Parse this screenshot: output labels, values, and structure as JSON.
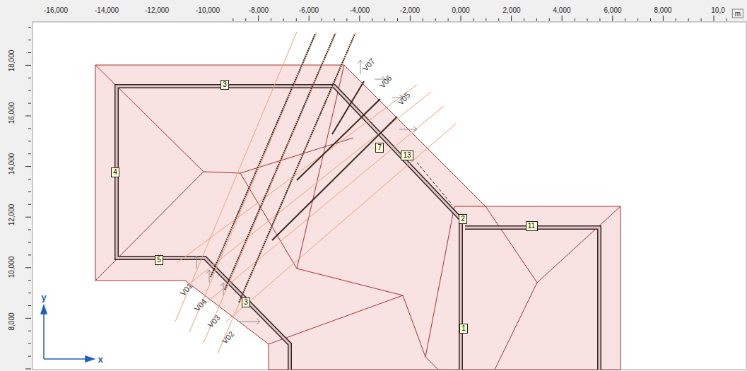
{
  "diagram": {
    "nodes": [
      {
        "text": [
          "3"
        ]
      },
      {
        "text": [
          "7"
        ]
      },
      {
        "text": [
          "13"
        ]
      },
      {
        "text": [
          "4"
        ]
      },
      {
        "text": [
          "2"
        ]
      },
      {
        "text": [
          "11"
        ]
      },
      {
        "text": [
          "5"
        ]
      },
      {
        "text": [
          "3"
        ]
      },
      {
        "text": [
          "1"
        ]
      }
    ],
    "edges": [],
    "labels": [
      "-16,000",
      "-14,000",
      "-12,000",
      "-10,000",
      "-8,000",
      "-6,000",
      "-4,000",
      "-2,000",
      "0,000",
      "2,000",
      "4,000",
      "6,000",
      "8,000",
      "10,0",
      "m",
      "18,000",
      "16,000",
      "14,000",
      "12,000",
      "10,000",
      "8,000",
      "V07",
      "V06",
      "V05",
      "V01",
      "V04",
      "V03",
      "V02",
      "y",
      "x"
    ]
  }
}
